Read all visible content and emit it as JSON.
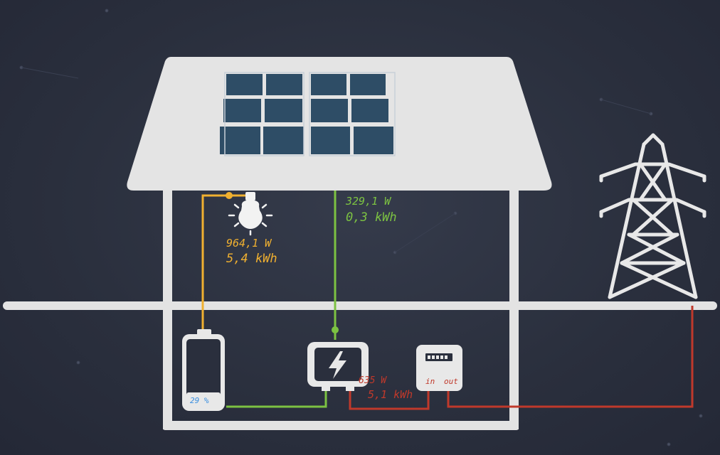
{
  "lightbulb": {
    "power": "964,1 W",
    "energy": "5,4 kWh",
    "color": "#f0b030"
  },
  "solar": {
    "power": "329,1 W",
    "energy": "0,3 kWh",
    "color": "#7cc242"
  },
  "grid": {
    "power": "635 W",
    "energy": "5,1 kWh",
    "color": "#c0392b"
  },
  "meter": {
    "in_label": "in",
    "out_label": "out"
  },
  "battery": {
    "level_text": "29 %",
    "level_fraction": 0.29,
    "color": "#3a8fe0"
  },
  "icons": [
    "solar-panel-icon",
    "lightbulb-icon",
    "battery-icon",
    "inverter-icon",
    "meter-icon",
    "power-tower-icon"
  ]
}
